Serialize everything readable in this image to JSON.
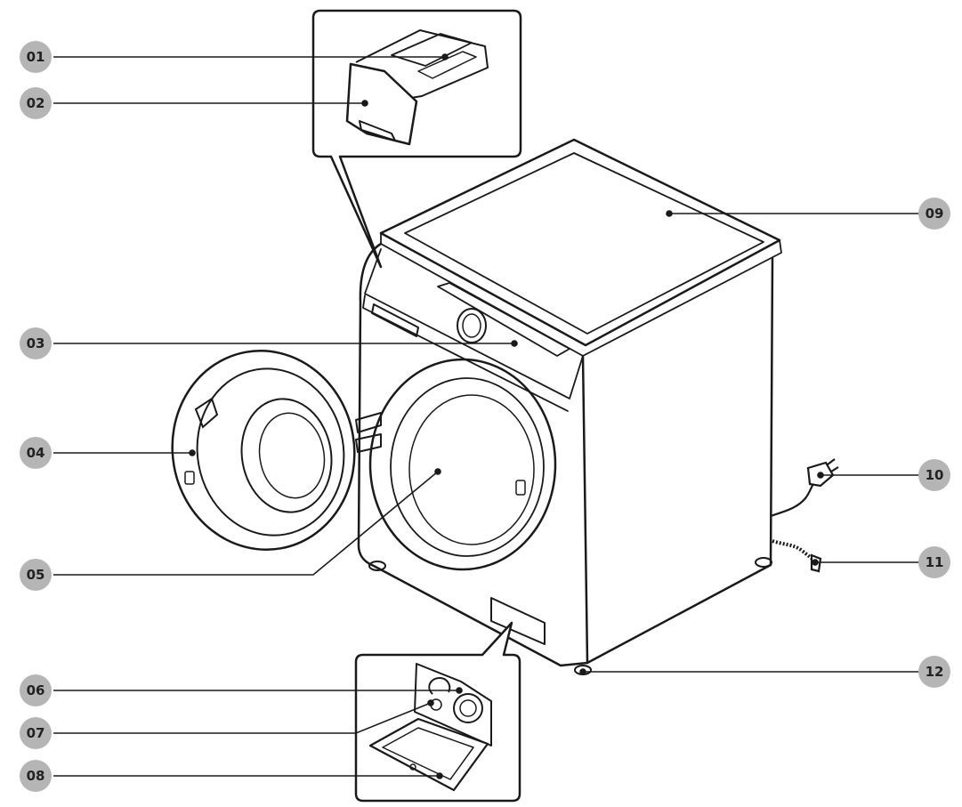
{
  "colors": {
    "line": "#1a1a1a",
    "badge": "#b5b5b5",
    "badge_text": "#222222",
    "background": "#ffffff"
  },
  "callouts": [
    {
      "id": "01",
      "label": "01"
    },
    {
      "id": "02",
      "label": "02"
    },
    {
      "id": "03",
      "label": "03"
    },
    {
      "id": "04",
      "label": "04"
    },
    {
      "id": "05",
      "label": "05"
    },
    {
      "id": "06",
      "label": "06"
    },
    {
      "id": "07",
      "label": "07"
    },
    {
      "id": "08",
      "label": "08"
    },
    {
      "id": "09",
      "label": "09"
    },
    {
      "id": "10",
      "label": "10"
    },
    {
      "id": "11",
      "label": "11"
    },
    {
      "id": "12",
      "label": "12"
    }
  ]
}
